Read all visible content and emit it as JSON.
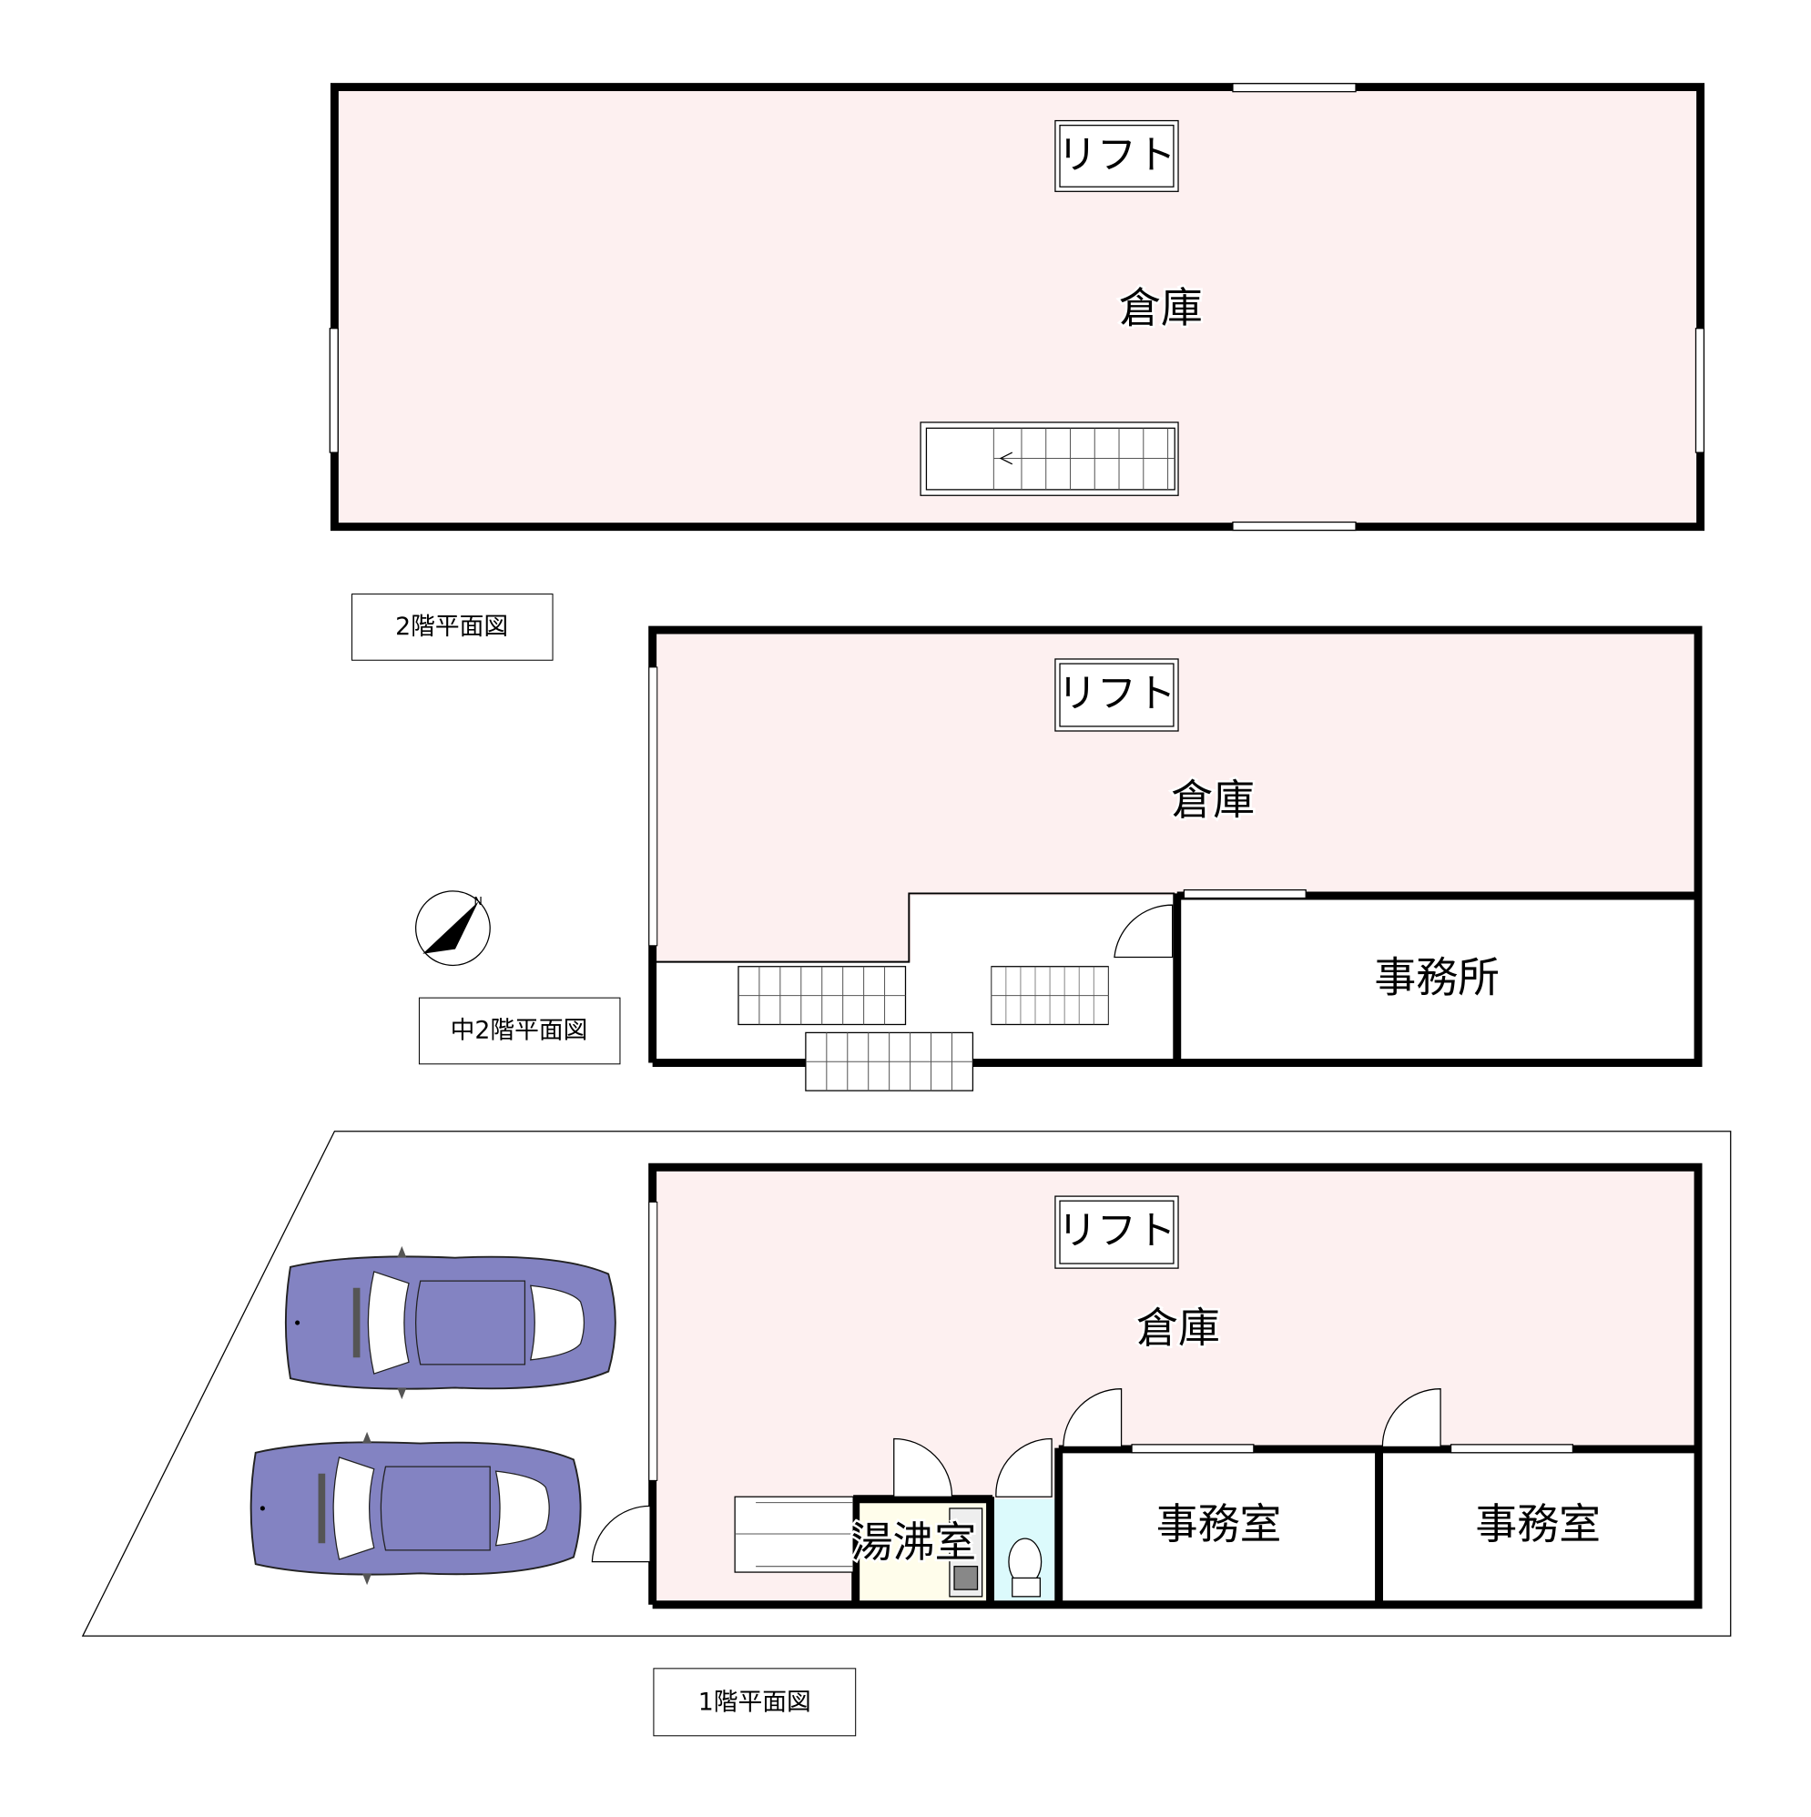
{
  "colors": {
    "storage": "#fdf0f0",
    "kitchenette": "#fffdeb",
    "toilet": "#dcfafc",
    "car": "#8383c2",
    "wall": "#000000"
  },
  "floors": {
    "second": {
      "label": "2階平面図",
      "rooms": {
        "storage": "倉庫",
        "lift": "リフト"
      }
    },
    "mezzanine": {
      "label": "中2階平面図",
      "rooms": {
        "storage": "倉庫",
        "lift": "リフト",
        "office": "事務所"
      }
    },
    "first": {
      "label": "1階平面図",
      "rooms": {
        "storage": "倉庫",
        "lift": "リフト",
        "kitchenette": "湯沸室",
        "office_1": "事務室",
        "office_2": "事務室"
      }
    }
  },
  "compass": {
    "direction": "N"
  }
}
